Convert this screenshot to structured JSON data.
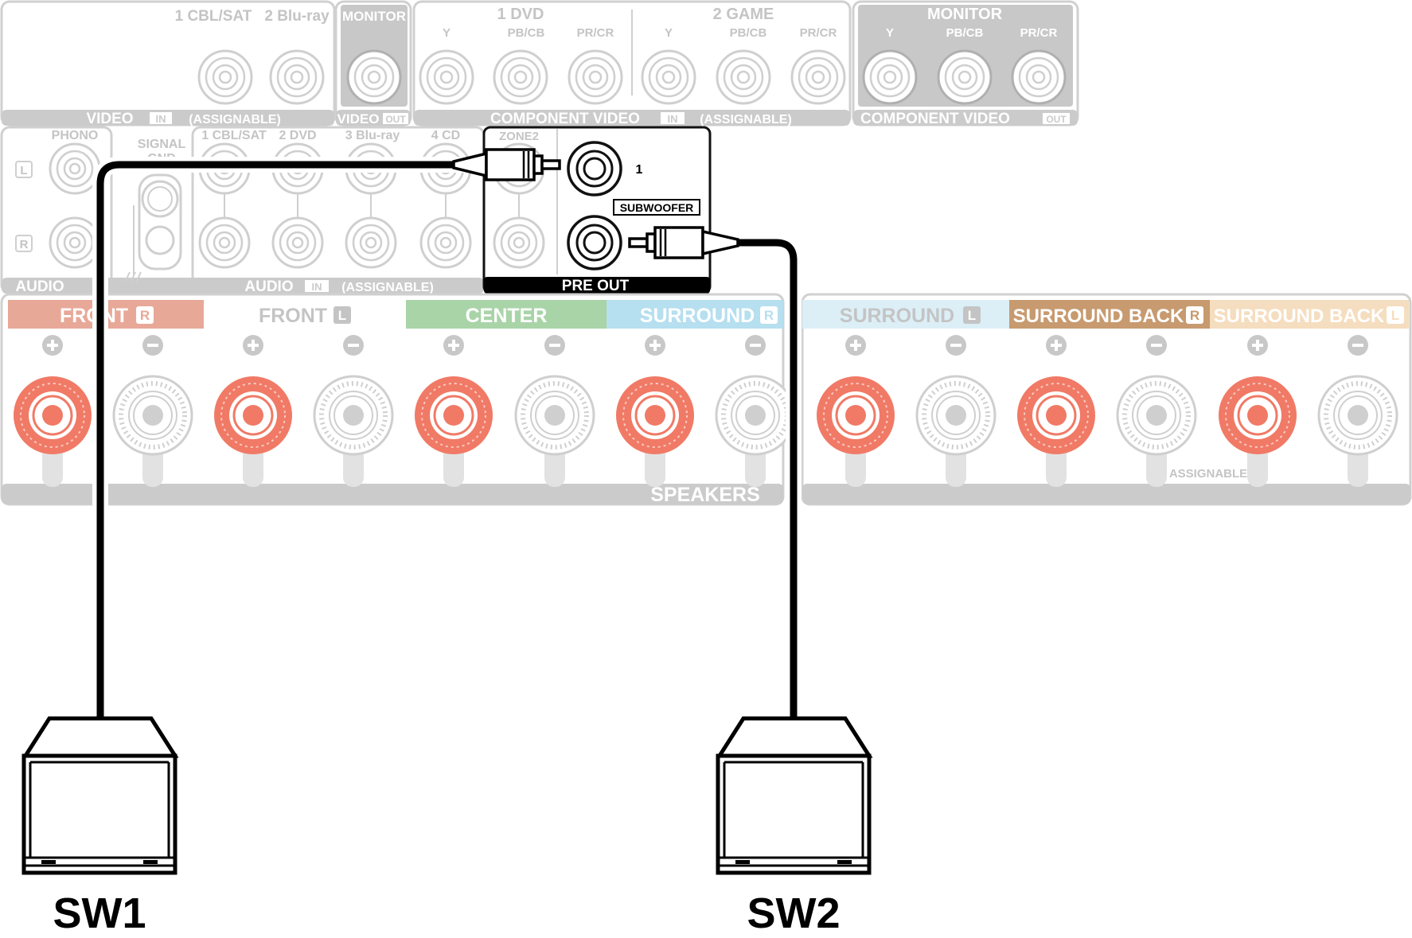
{
  "video_in": {
    "inputs": [
      "1 CBL/SAT",
      "2 Blu-ray"
    ],
    "bar_label": "VIDEO",
    "in_badge": "IN",
    "assignable": "(ASSIGNABLE)"
  },
  "video_out": {
    "title": "MONITOR",
    "bar_label": "VIDEO",
    "out_badge": "OUT"
  },
  "component_in": {
    "groups": [
      {
        "name": "1 DVD",
        "channels": [
          "Y",
          "PB/CB",
          "PR/CR"
        ]
      },
      {
        "name": "2 GAME",
        "channels": [
          "Y",
          "PB/CB",
          "PR/CR"
        ]
      }
    ],
    "bar_label": "COMPONENT VIDEO",
    "in_badge": "IN",
    "assignable": "(ASSIGNABLE)"
  },
  "component_out": {
    "title": "MONITOR",
    "channels": [
      "Y",
      "PB/CB",
      "PR/CR"
    ],
    "bar_label": "COMPONENT VIDEO",
    "out_badge": "OUT"
  },
  "audio_in": {
    "phono": "PHONO",
    "signal_gnd": [
      "SIGNAL",
      "GND"
    ],
    "inputs": [
      "1 CBL/SAT",
      "2 DVD",
      "3 Blu-ray",
      "4 CD"
    ],
    "left_badge": "L",
    "right_badge": "R",
    "bar_label": "AUDIO",
    "in_badge": "IN",
    "assignable": "(ASSIGNABLE)"
  },
  "pre_out": {
    "zone2": "ZONE2",
    "subwoofer_number": "1",
    "subwoofer_label": "SUBWOOFER",
    "bar_label": "PRE OUT"
  },
  "speakers": {
    "channels": [
      {
        "name": "FRONT",
        "side": "R",
        "color": "#e8a898"
      },
      {
        "name": "FRONT",
        "side": "L",
        "color": "#ffffff"
      },
      {
        "name": "CENTER",
        "side": "",
        "color": "#a9d4a8"
      },
      {
        "name": "SURROUND",
        "side": "R",
        "color": "#b6dfef"
      },
      {
        "name": "SURROUND",
        "side": "L",
        "color": "#dceff7"
      },
      {
        "name": "SURROUND BACK",
        "side": "R",
        "color": "#c79a6f"
      },
      {
        "name": "SURROUND BACK",
        "side": "L",
        "color": "#f5ddbf"
      }
    ],
    "plus": "+",
    "minus": "−",
    "assignable": "ASSIGNABLE",
    "bar_label": "SPEAKERS"
  },
  "subwoofers": [
    {
      "label": "SW1"
    },
    {
      "label": "SW2"
    }
  ],
  "colors": {
    "terminal_red": "#f07a66",
    "faint_gray": "#cfcfcf",
    "bar_gray": "#cbcbcb",
    "cable": "#000000"
  }
}
